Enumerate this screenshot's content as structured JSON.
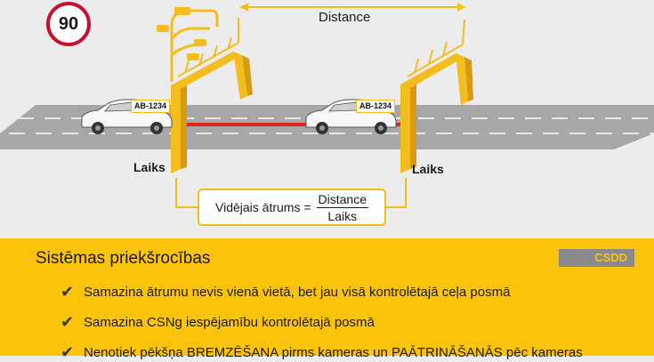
{
  "speed_limit": "90",
  "distance_label": "Distance",
  "time_label_left": "Laiks",
  "time_label_right": "Laiks",
  "plates": [
    "AB-1234",
    "AB-1234"
  ],
  "formula": {
    "lhs": "Vidējais ātrums =",
    "numerator": "Distance",
    "denominator": "Laiks"
  },
  "benefits_title": "Sistēmas priekšrocības",
  "logo_text": "CSDD",
  "benefits": [
    "Samazina ātrumu nevis vienā vietā, bet jau visā kontrolētajā ceļa posmā",
    "Samazina CSNg iespējamību kontrolētajā posmā",
    "Nenotiek pēkšņa BREMZĒŠANA pirms kameras un PAĀTRINĀŠANĀS pēc kameras"
  ],
  "colors": {
    "yellow": "#fcc30b",
    "gantry": "#f2bd1d",
    "measure_line": "#e0241f",
    "road": "#a7a7a7",
    "sign_red": "#c8102e"
  }
}
